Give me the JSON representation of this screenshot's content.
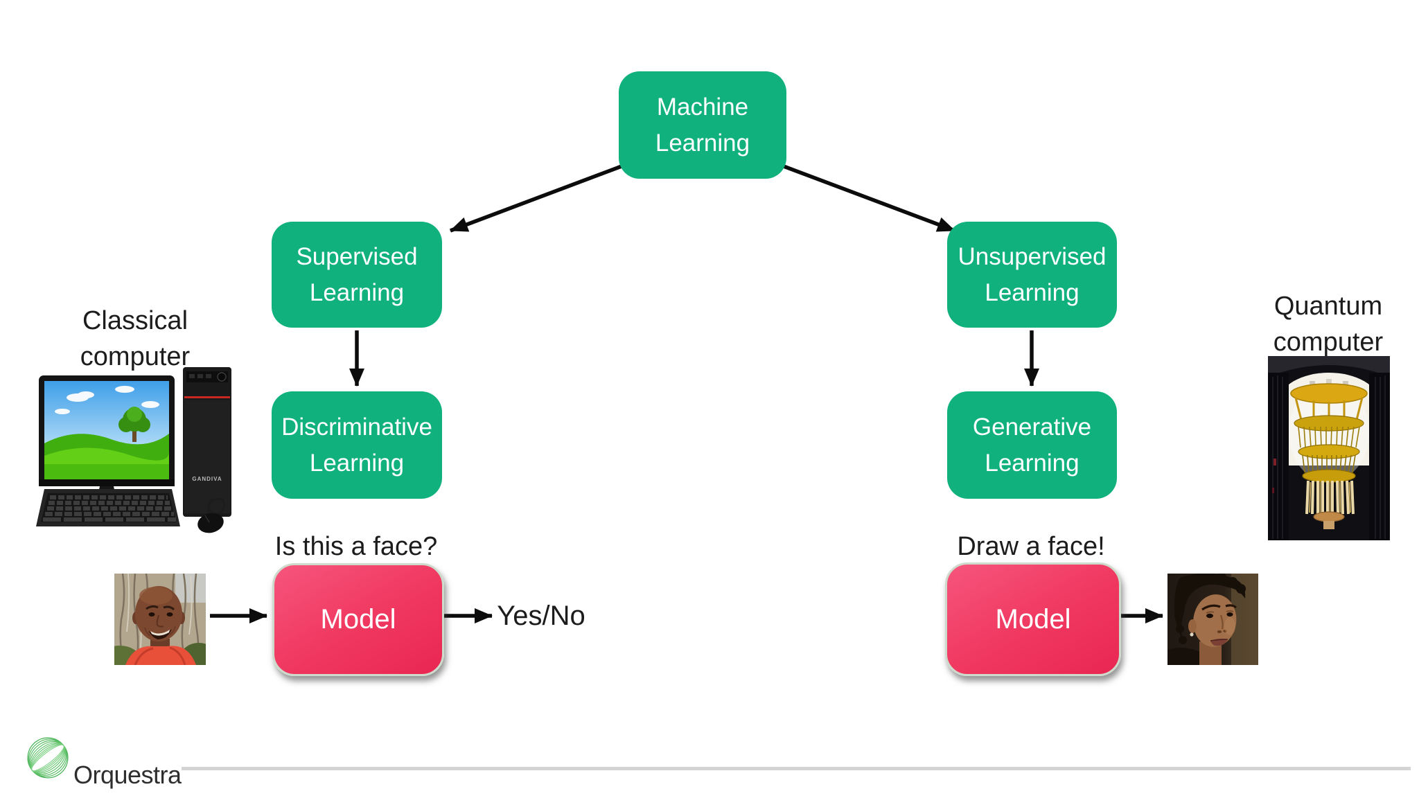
{
  "colors": {
    "node_green": "#10b17c",
    "model_pink_top": "#f6557d",
    "model_pink_main": "#f0375f",
    "model_pink_bottom": "#e82752",
    "model_border": "#cedbcc",
    "arrow_black": "#0c0c0c",
    "divider_gray": "#d4d4d4",
    "logo_green": "#3fae4f"
  },
  "tree": {
    "machine": {
      "line1": "Machine",
      "line2": "Learning"
    },
    "supervised": {
      "line1": "Supervised",
      "line2": "Learning"
    },
    "unsupervised": {
      "line1": "Unsupervised",
      "line2": "Learning"
    },
    "discriminative": {
      "line1": "Discriminative",
      "line2": "Learning"
    },
    "generative": {
      "line1": "Generative",
      "line2": "Learning"
    }
  },
  "side_labels": {
    "classical": {
      "line1": "Classical",
      "line2": "computer"
    },
    "quantum": {
      "line1": "Quantum",
      "line2": "computer"
    }
  },
  "discriminative_flow": {
    "prompt": "Is this a face?",
    "model_label": "Model",
    "output": "Yes/No"
  },
  "generative_flow": {
    "prompt": "Draw a face!",
    "model_label": "Model"
  },
  "images": {
    "classical_computer": {
      "name": "classical-computer-photo",
      "tower_brand": "GANDIVA"
    },
    "quantum_computer": {
      "name": "quantum-computer-photo"
    },
    "male_face": {
      "name": "male-face-photo"
    },
    "female_face": {
      "name": "female-face-photo"
    }
  },
  "footer": {
    "brand": "Orquestra"
  }
}
